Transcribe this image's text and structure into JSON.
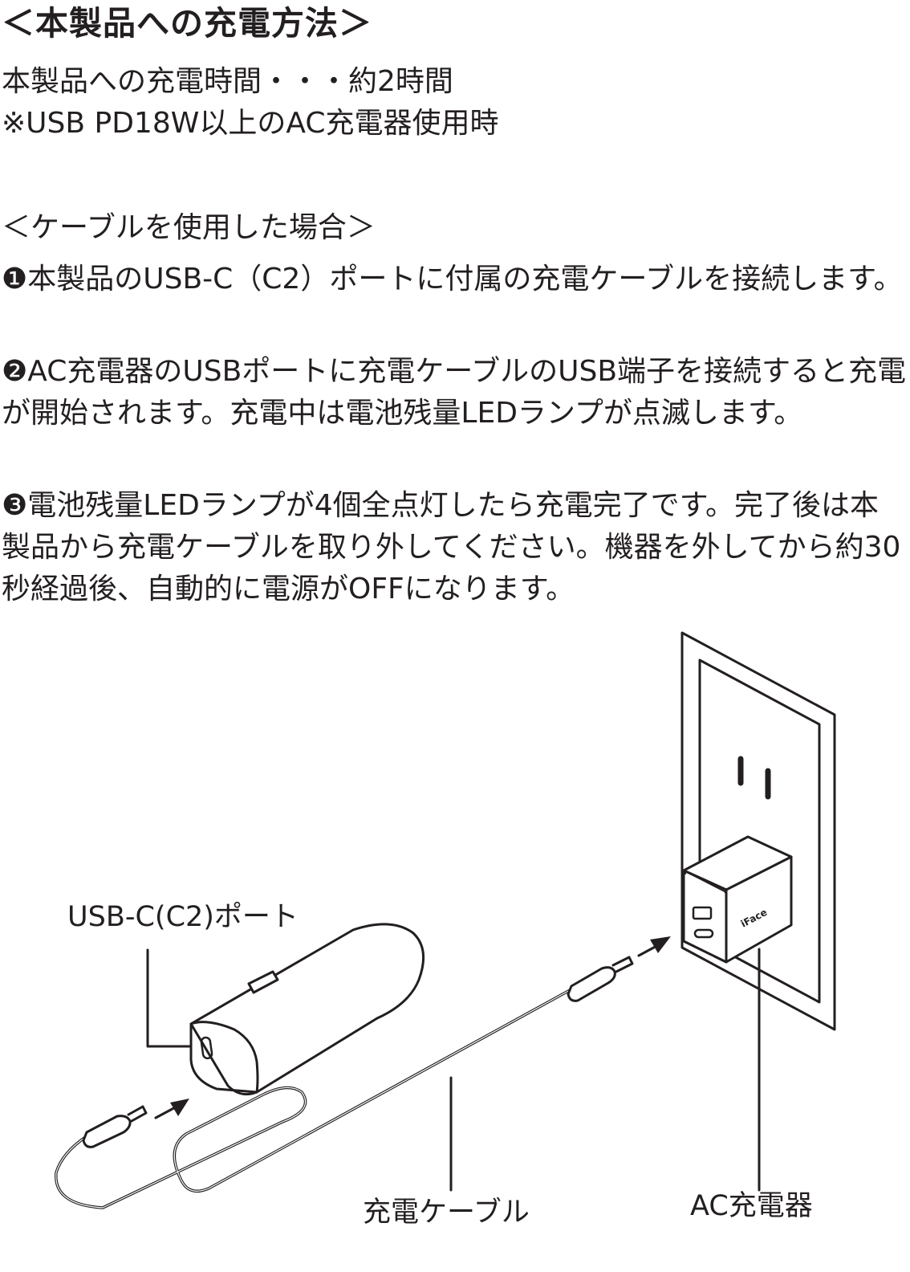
{
  "title": "＜本製品への充電方法＞",
  "charge_time": {
    "line1": "本製品への充電時間・・・約2時間",
    "line2": "※USB PD18W以上のAC充電器使用時"
  },
  "cable_section": {
    "heading": "＜ケーブルを使用した場合＞",
    "step1": "❶本製品のUSB-C（C2）ポートに付属の充電ケーブルを接続します。",
    "step2": "❷AC充電器のUSBポートに充電ケーブルのUSB端子を接続すると充電が開始されます。充電中は電池残量LEDランプが点滅します。",
    "step3": "❸電池残量LEDランプが4個全点灯したら充電完了です。完了後は本製品から充電ケーブルを取り外してください。機器を外してから約30秒経過後、自動的に電源がOFFになります。"
  },
  "diagram": {
    "port_label": "USB-C(C2)ポート",
    "cable_label": "充電ケーブル",
    "charger_label": "AC充電器",
    "charger_logo": "iFace"
  },
  "colors": {
    "ink": "#231f20",
    "paper": "#ffffff"
  }
}
